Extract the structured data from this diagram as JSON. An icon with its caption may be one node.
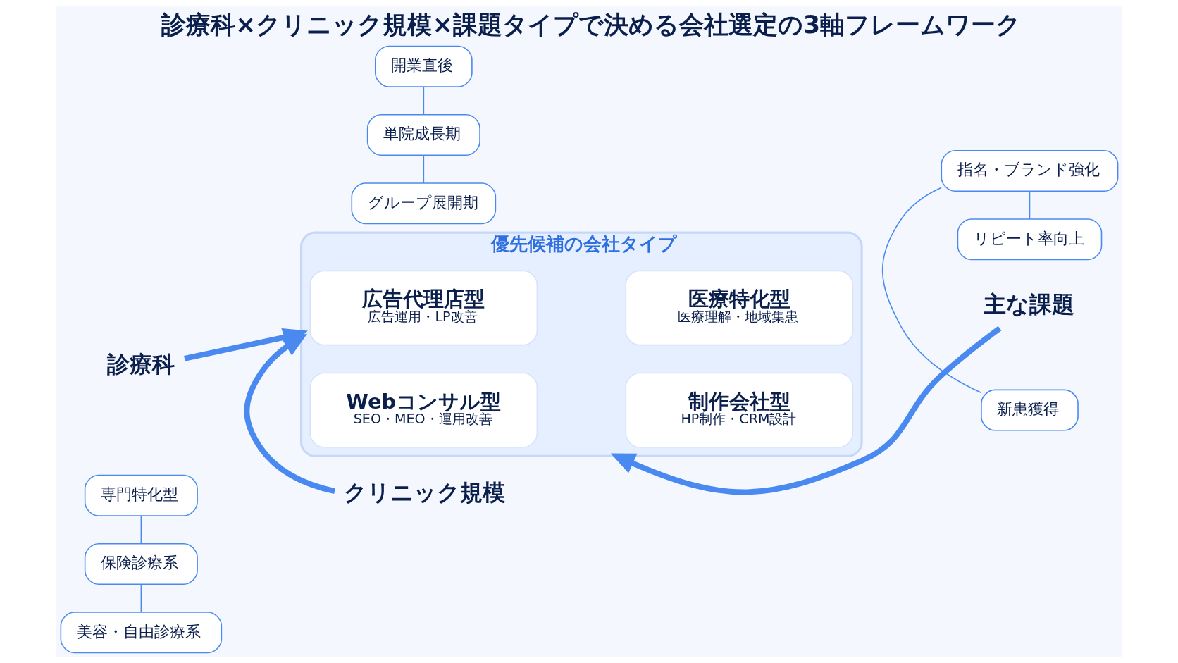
{
  "diagram": {
    "title": "診療科×クリニック規模×課題タイプで決める会社選定の3軸フレームワーク",
    "nodes": [
      {
        "text": [
          "優先候補の会社タイプ"
        ]
      },
      {
        "text": [
          "広告代理店型",
          "広告運用・LP改善"
        ],
        "in": 0
      },
      {
        "text": [
          "医療特化型",
          "医療理解・地域集患"
        ],
        "in": 0
      },
      {
        "text": [
          "Webコンサル型",
          "SEO・MEO・運用改善"
        ],
        "in": 0
      },
      {
        "text": [
          "制作会社型",
          "HP制作・CRM設計"
        ],
        "in": 0
      },
      {
        "text": [
          "診療科"
        ]
      },
      {
        "text": [
          "美容・自由診療系"
        ]
      },
      {
        "text": [
          "保険診療系"
        ]
      },
      {
        "text": [
          "専門特化型"
        ]
      },
      {
        "text": [
          "主な課題"
        ]
      },
      {
        "text": [
          "新患獲得"
        ]
      },
      {
        "text": [
          "指名・ブランド強化"
        ]
      },
      {
        "text": [
          "リピート率向上"
        ]
      },
      {
        "text": [
          "クリニック規模"
        ]
      },
      {
        "text": [
          "開業直後"
        ]
      },
      {
        "text": [
          "単院成長期"
        ]
      },
      {
        "text": [
          "グループ展開期"
        ]
      }
    ],
    "edges": [
      {
        "from": 5,
        "to": 0,
        "arrow": "to",
        "style": "thick"
      },
      {
        "from": 9,
        "to": 0,
        "arrow": "to",
        "style": "thick"
      },
      {
        "from": 13,
        "to": 0,
        "arrow": "to",
        "style": "thick"
      },
      {
        "from": 6,
        "to": 7,
        "arrow": "none"
      },
      {
        "from": 7,
        "to": 8,
        "arrow": "none"
      },
      {
        "from": 10,
        "to": 11,
        "arrow": "none"
      },
      {
        "from": 11,
        "to": 12,
        "arrow": "none"
      },
      {
        "from": 14,
        "to": 15,
        "arrow": "none"
      },
      {
        "from": 15,
        "to": 16,
        "arrow": "none"
      }
    ]
  }
}
